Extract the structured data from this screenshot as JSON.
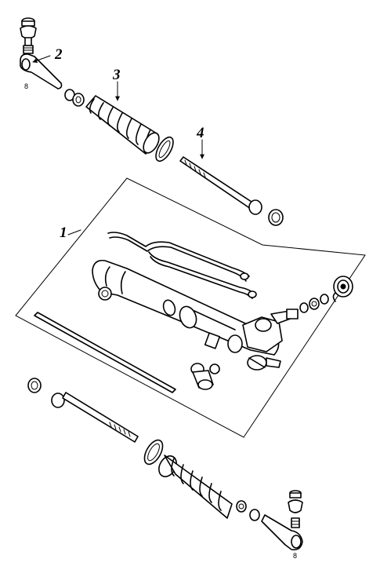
{
  "callouts": {
    "c1": "1",
    "c2": "2",
    "c3": "3",
    "c4": "4"
  },
  "small_labels": {
    "top_tie_rod_mark": "8",
    "bottom_tie_rod_mark": "8"
  }
}
